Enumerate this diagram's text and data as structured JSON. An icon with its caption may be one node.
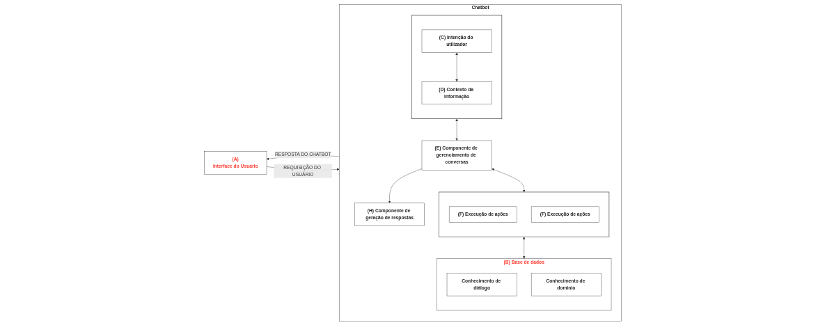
{
  "diagram": {
    "nodes": [
      {
        "text": [
          "(A)",
          "Interface do Usuário"
        ]
      },
      {
        "text": [
          "Chatbot"
        ]
      },
      {
        "text": [],
        "shape": "box",
        "in": 1
      },
      {
        "text": [
          "(C) Intenção do utilizador"
        ],
        "in": 2
      },
      {
        "text": [
          "(D) Contexto da Informação"
        ],
        "in": 2
      },
      {
        "text": [
          "(E) Componente de gerenciamento de conversas"
        ],
        "in": 1
      },
      {
        "text": [],
        "shape": "box",
        "in": 1
      },
      {
        "text": [
          "(F) Execução de ações"
        ],
        "in": 6
      },
      {
        "text": [
          "(F) Execução de ações"
        ],
        "in": 6
      },
      {
        "text": [
          "(B) Base de dados"
        ],
        "in": 1
      },
      {
        "text": [
          "Conhecimento de diálogo"
        ],
        "in": 9
      },
      {
        "text": [
          "Conhecimento de dominio"
        ],
        "in": 9
      },
      {
        "text": [
          "(H) Componente de geração de respostas"
        ],
        "in": 1
      }
    ],
    "edges": [
      {
        "from": 0,
        "to": 1,
        "arrow": "to",
        "label": "REQUISIÇÃO DO USUÁRIO"
      },
      {
        "from": 1,
        "to": 0,
        "arrow": "to",
        "label": "RESPOSTA DO CHATBOT"
      },
      {
        "from": 3,
        "to": 4,
        "arrow": "both"
      },
      {
        "from": 2,
        "to": 5,
        "arrow": "both"
      },
      {
        "from": 5,
        "to": 6,
        "arrow": "both"
      },
      {
        "from": 6,
        "to": 9,
        "arrow": "both"
      },
      {
        "from": 5,
        "to": 12,
        "arrow": "to"
      }
    ]
  }
}
